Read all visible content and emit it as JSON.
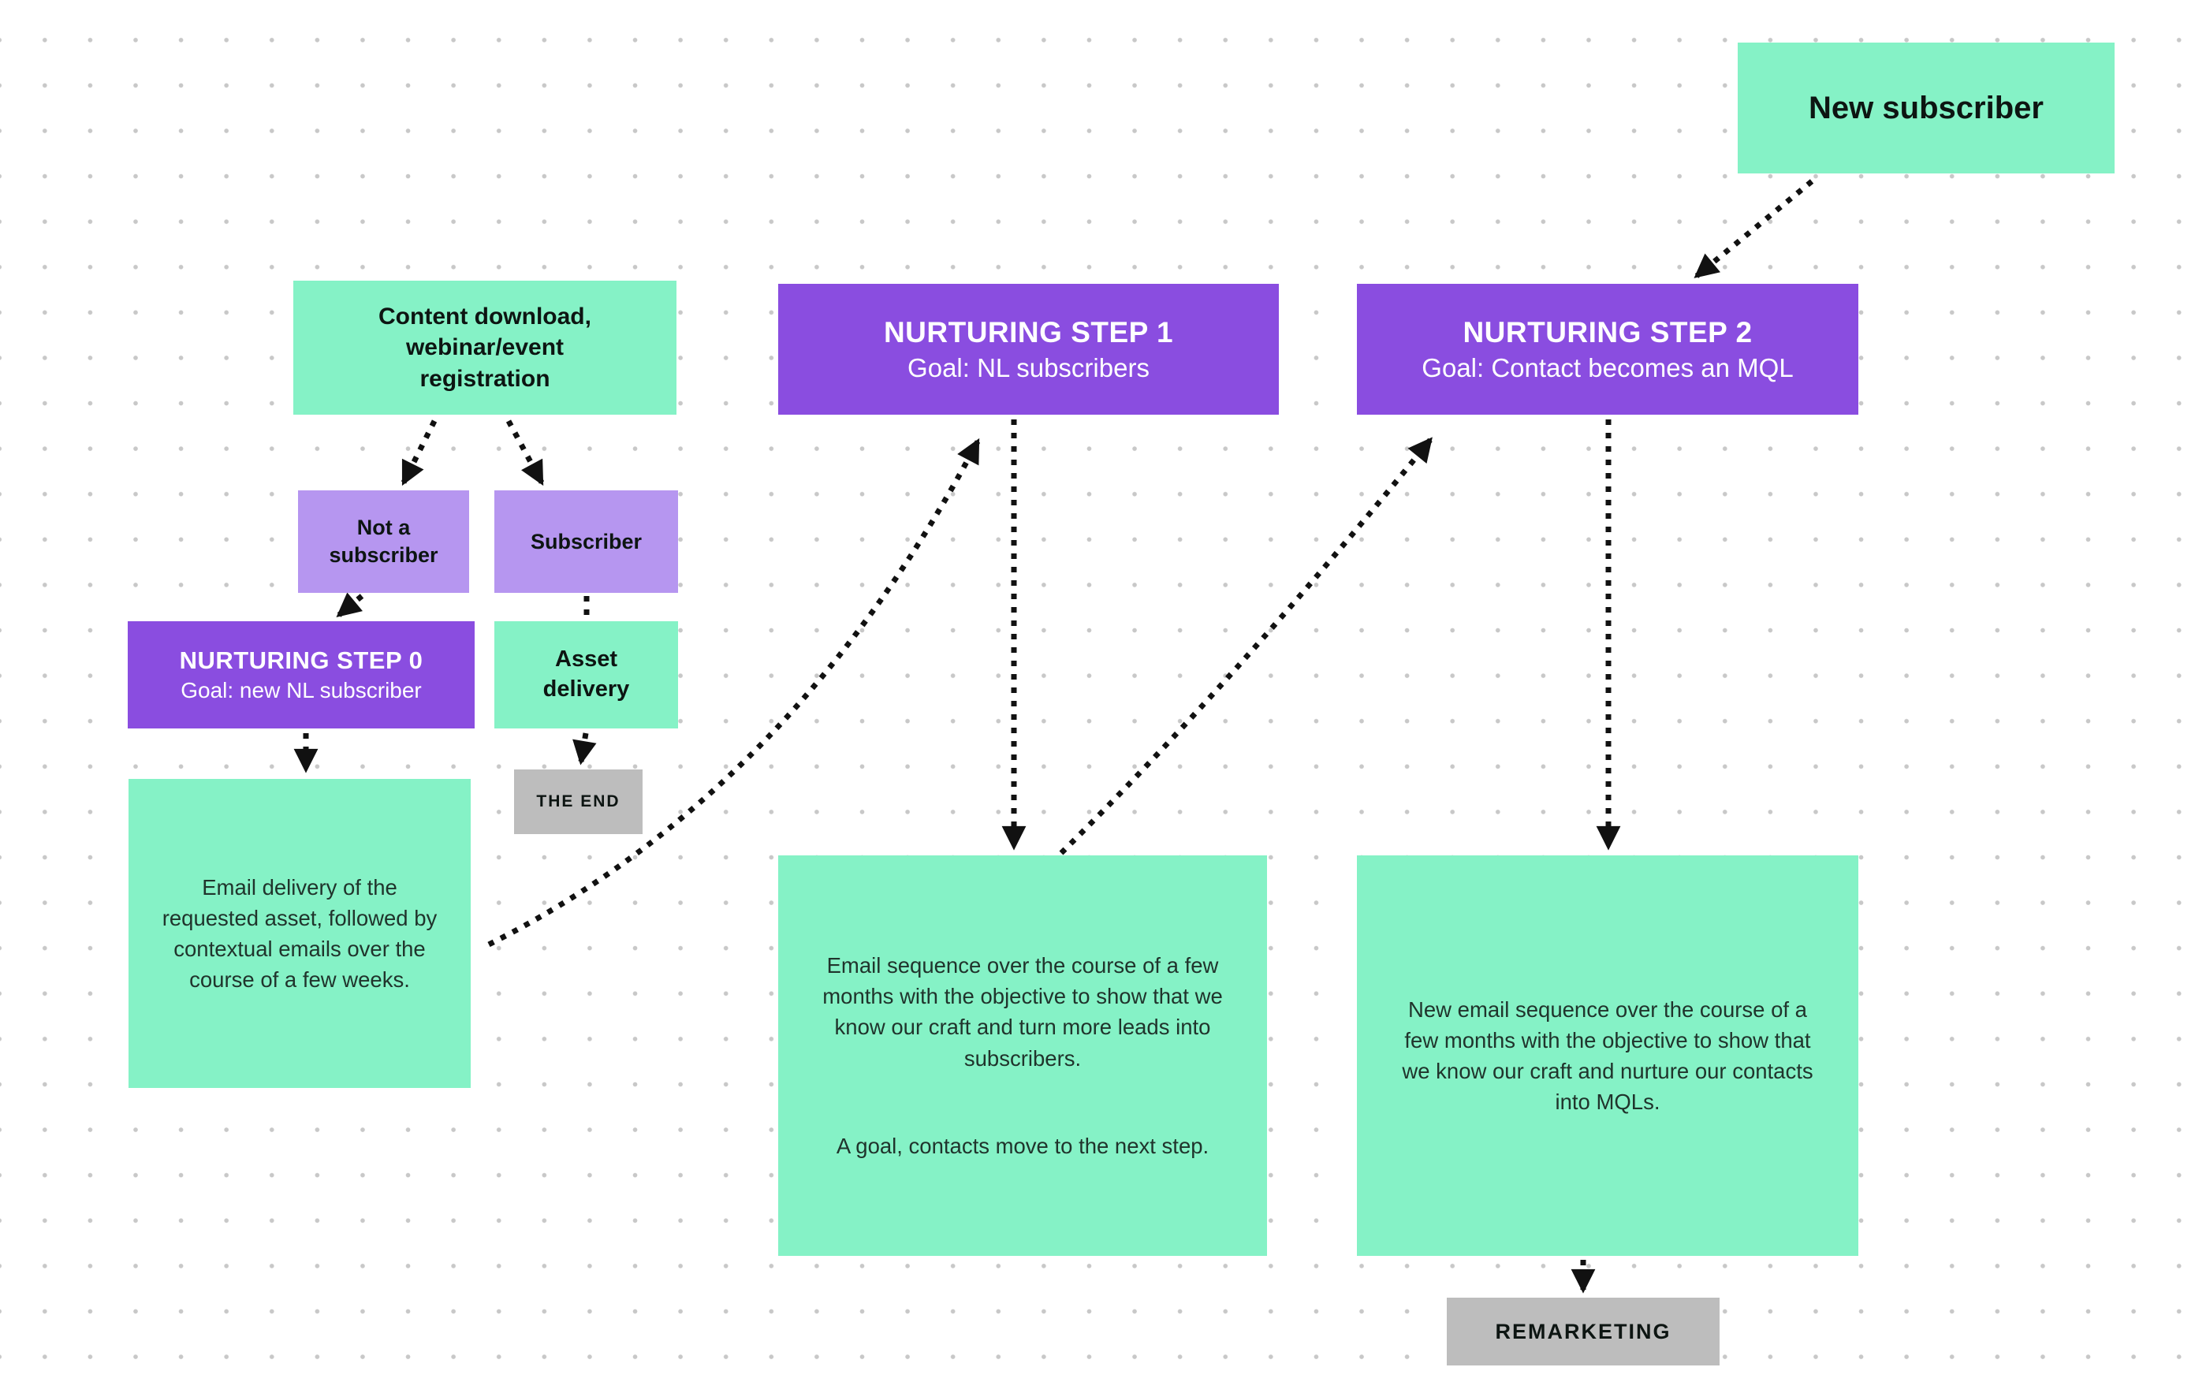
{
  "colors": {
    "green": "#85F2C6",
    "purple": "#8A4DE0",
    "light_purple": "#B696F0",
    "gray": "#BDBDBD",
    "heading_text": "#0D1512",
    "note_text": "#20342C",
    "white_text": "#FFFFFF",
    "arrow": "#111111",
    "grid_dot": "#C8C8C8"
  },
  "diagram": {
    "new_subscriber": {
      "label": "New subscriber"
    },
    "content_download": {
      "label": "Content download, webinar/event registration"
    },
    "step1": {
      "title": "NURTURING STEP 1",
      "goal": "Goal: NL subscribers"
    },
    "step2": {
      "title": "NURTURING STEP 2",
      "goal": "Goal: Contact becomes an MQL"
    },
    "not_subscriber": {
      "label": "Not a subscriber"
    },
    "subscriber": {
      "label": "Subscriber"
    },
    "step0": {
      "title": "NURTURING STEP 0",
      "goal": "Goal: new NL subscriber"
    },
    "asset_delivery": {
      "label": "Asset delivery"
    },
    "the_end": {
      "label": "THE END"
    },
    "note_step0": {
      "text": "Email delivery of the requested asset, followed by contextual emails over the course of a few weeks."
    },
    "note_step1": {
      "text1": "Email sequence over the course of a few months with the objective to show that we know our craft and turn more leads into subscribers.",
      "text2": "A goal, contacts move to the next step."
    },
    "note_step2": {
      "text": "New email sequence over the course of a few months with the objective to show that we know our craft and nurture our contacts into MQLs."
    },
    "remarketing": {
      "label": "REMARKETING"
    }
  }
}
